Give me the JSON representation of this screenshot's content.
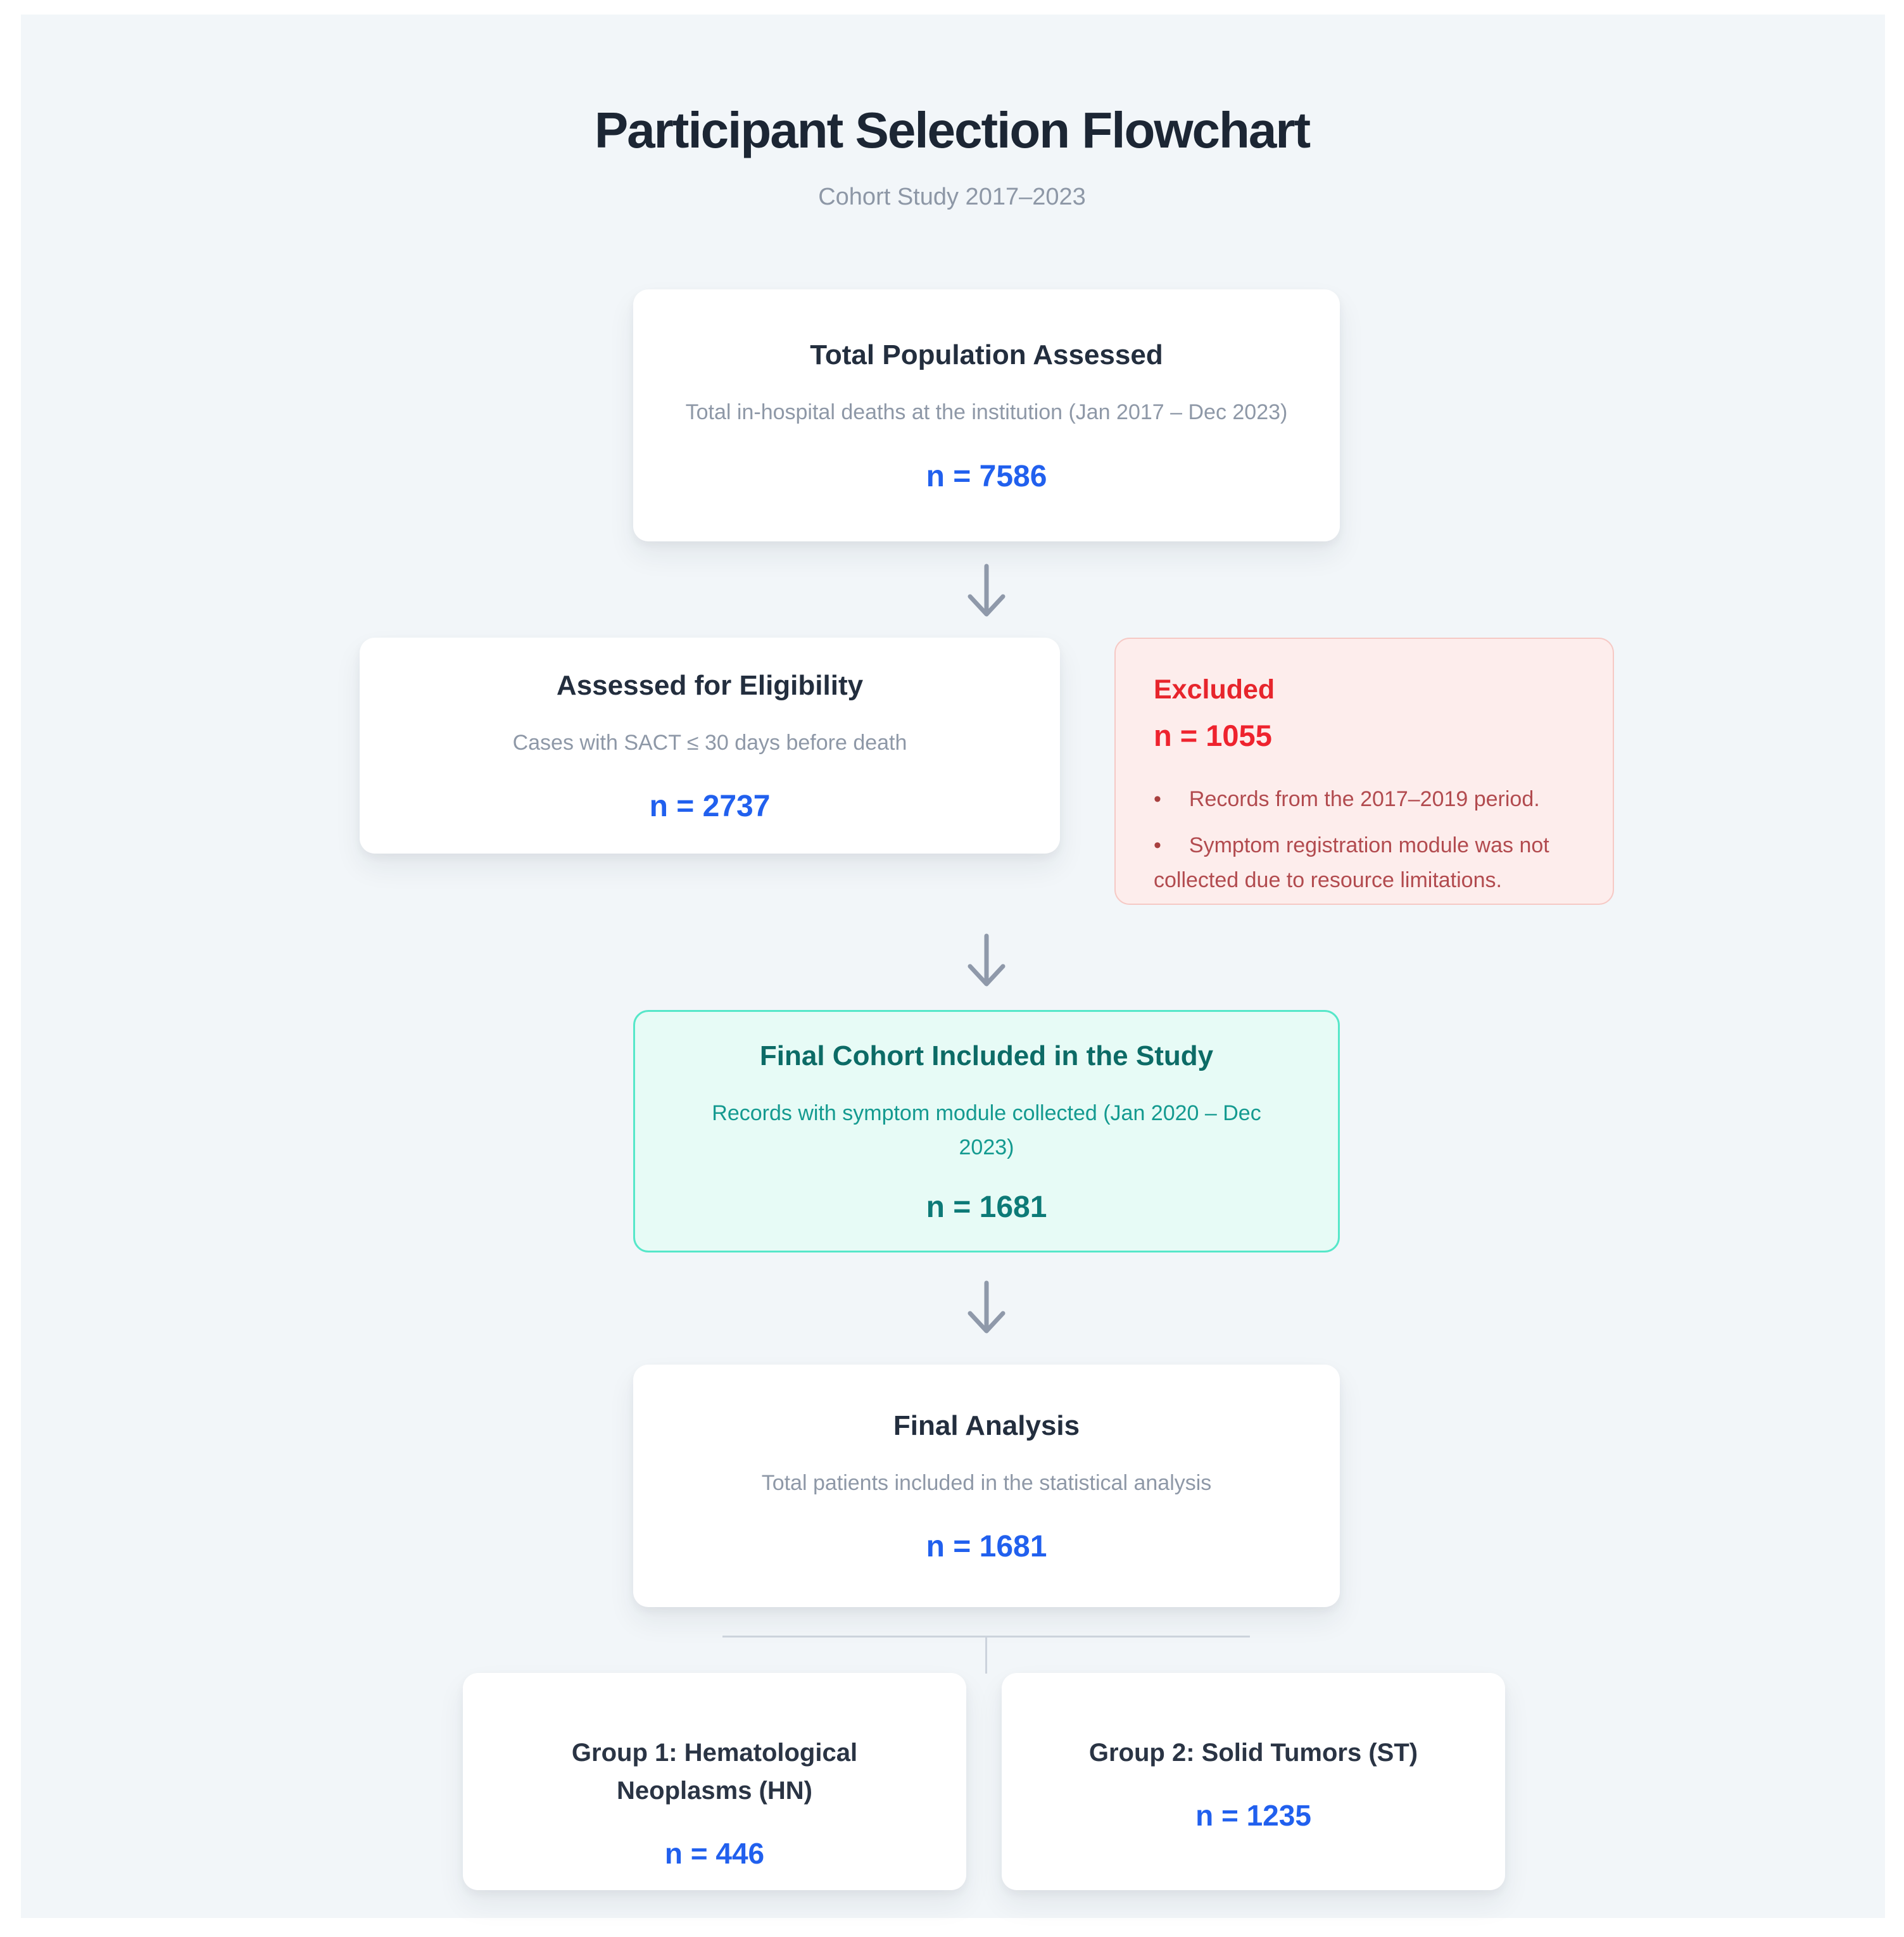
{
  "header": {
    "title": "Participant Selection Flowchart",
    "subtitle": "Cohort Study 2017–2023"
  },
  "colors": {
    "panel_background": "#f2f6f9",
    "accent_blue": "#2160ee",
    "danger_red": "#e7252c",
    "danger_muted_red": "#b24b4f",
    "excluded_background": "#fdedec",
    "excluded_border": "#f6c9c5",
    "teal_border": "#56e7c9",
    "teal_background": "#e7fbf6",
    "teal_text": "#0c6b66",
    "arrow_gray": "#8f99aa"
  },
  "nodes": {
    "total": {
      "title": "Total Population Assessed",
      "description": "Total in-hospital deaths at the institution (Jan 2017 – Dec 2023)",
      "n": "n = 7586"
    },
    "eligibility": {
      "title": "Assessed for Eligibility",
      "description": "Cases with SACT ≤ 30 days before death",
      "n": "n = 2737"
    },
    "excluded": {
      "title": "Excluded",
      "n": "n = 1055",
      "bullets": [
        "Records from the 2017–2019 period.",
        "Symptom registration module was not collected due to resource limitations."
      ]
    },
    "final_cohort": {
      "title": "Final Cohort Included in the Study",
      "description": "Records with symptom module collected (Jan 2020 – Dec 2023)",
      "n": "n = 1681"
    },
    "final_analysis": {
      "title": "Final Analysis",
      "description": "Total patients included in the statistical analysis",
      "n": "n = 1681"
    },
    "group1": {
      "title": "Group 1: Hematological Neoplasms (HN)",
      "n": "n = 446"
    },
    "group2": {
      "title": "Group 2: Solid Tumors (ST)",
      "n": "n = 1235"
    }
  }
}
